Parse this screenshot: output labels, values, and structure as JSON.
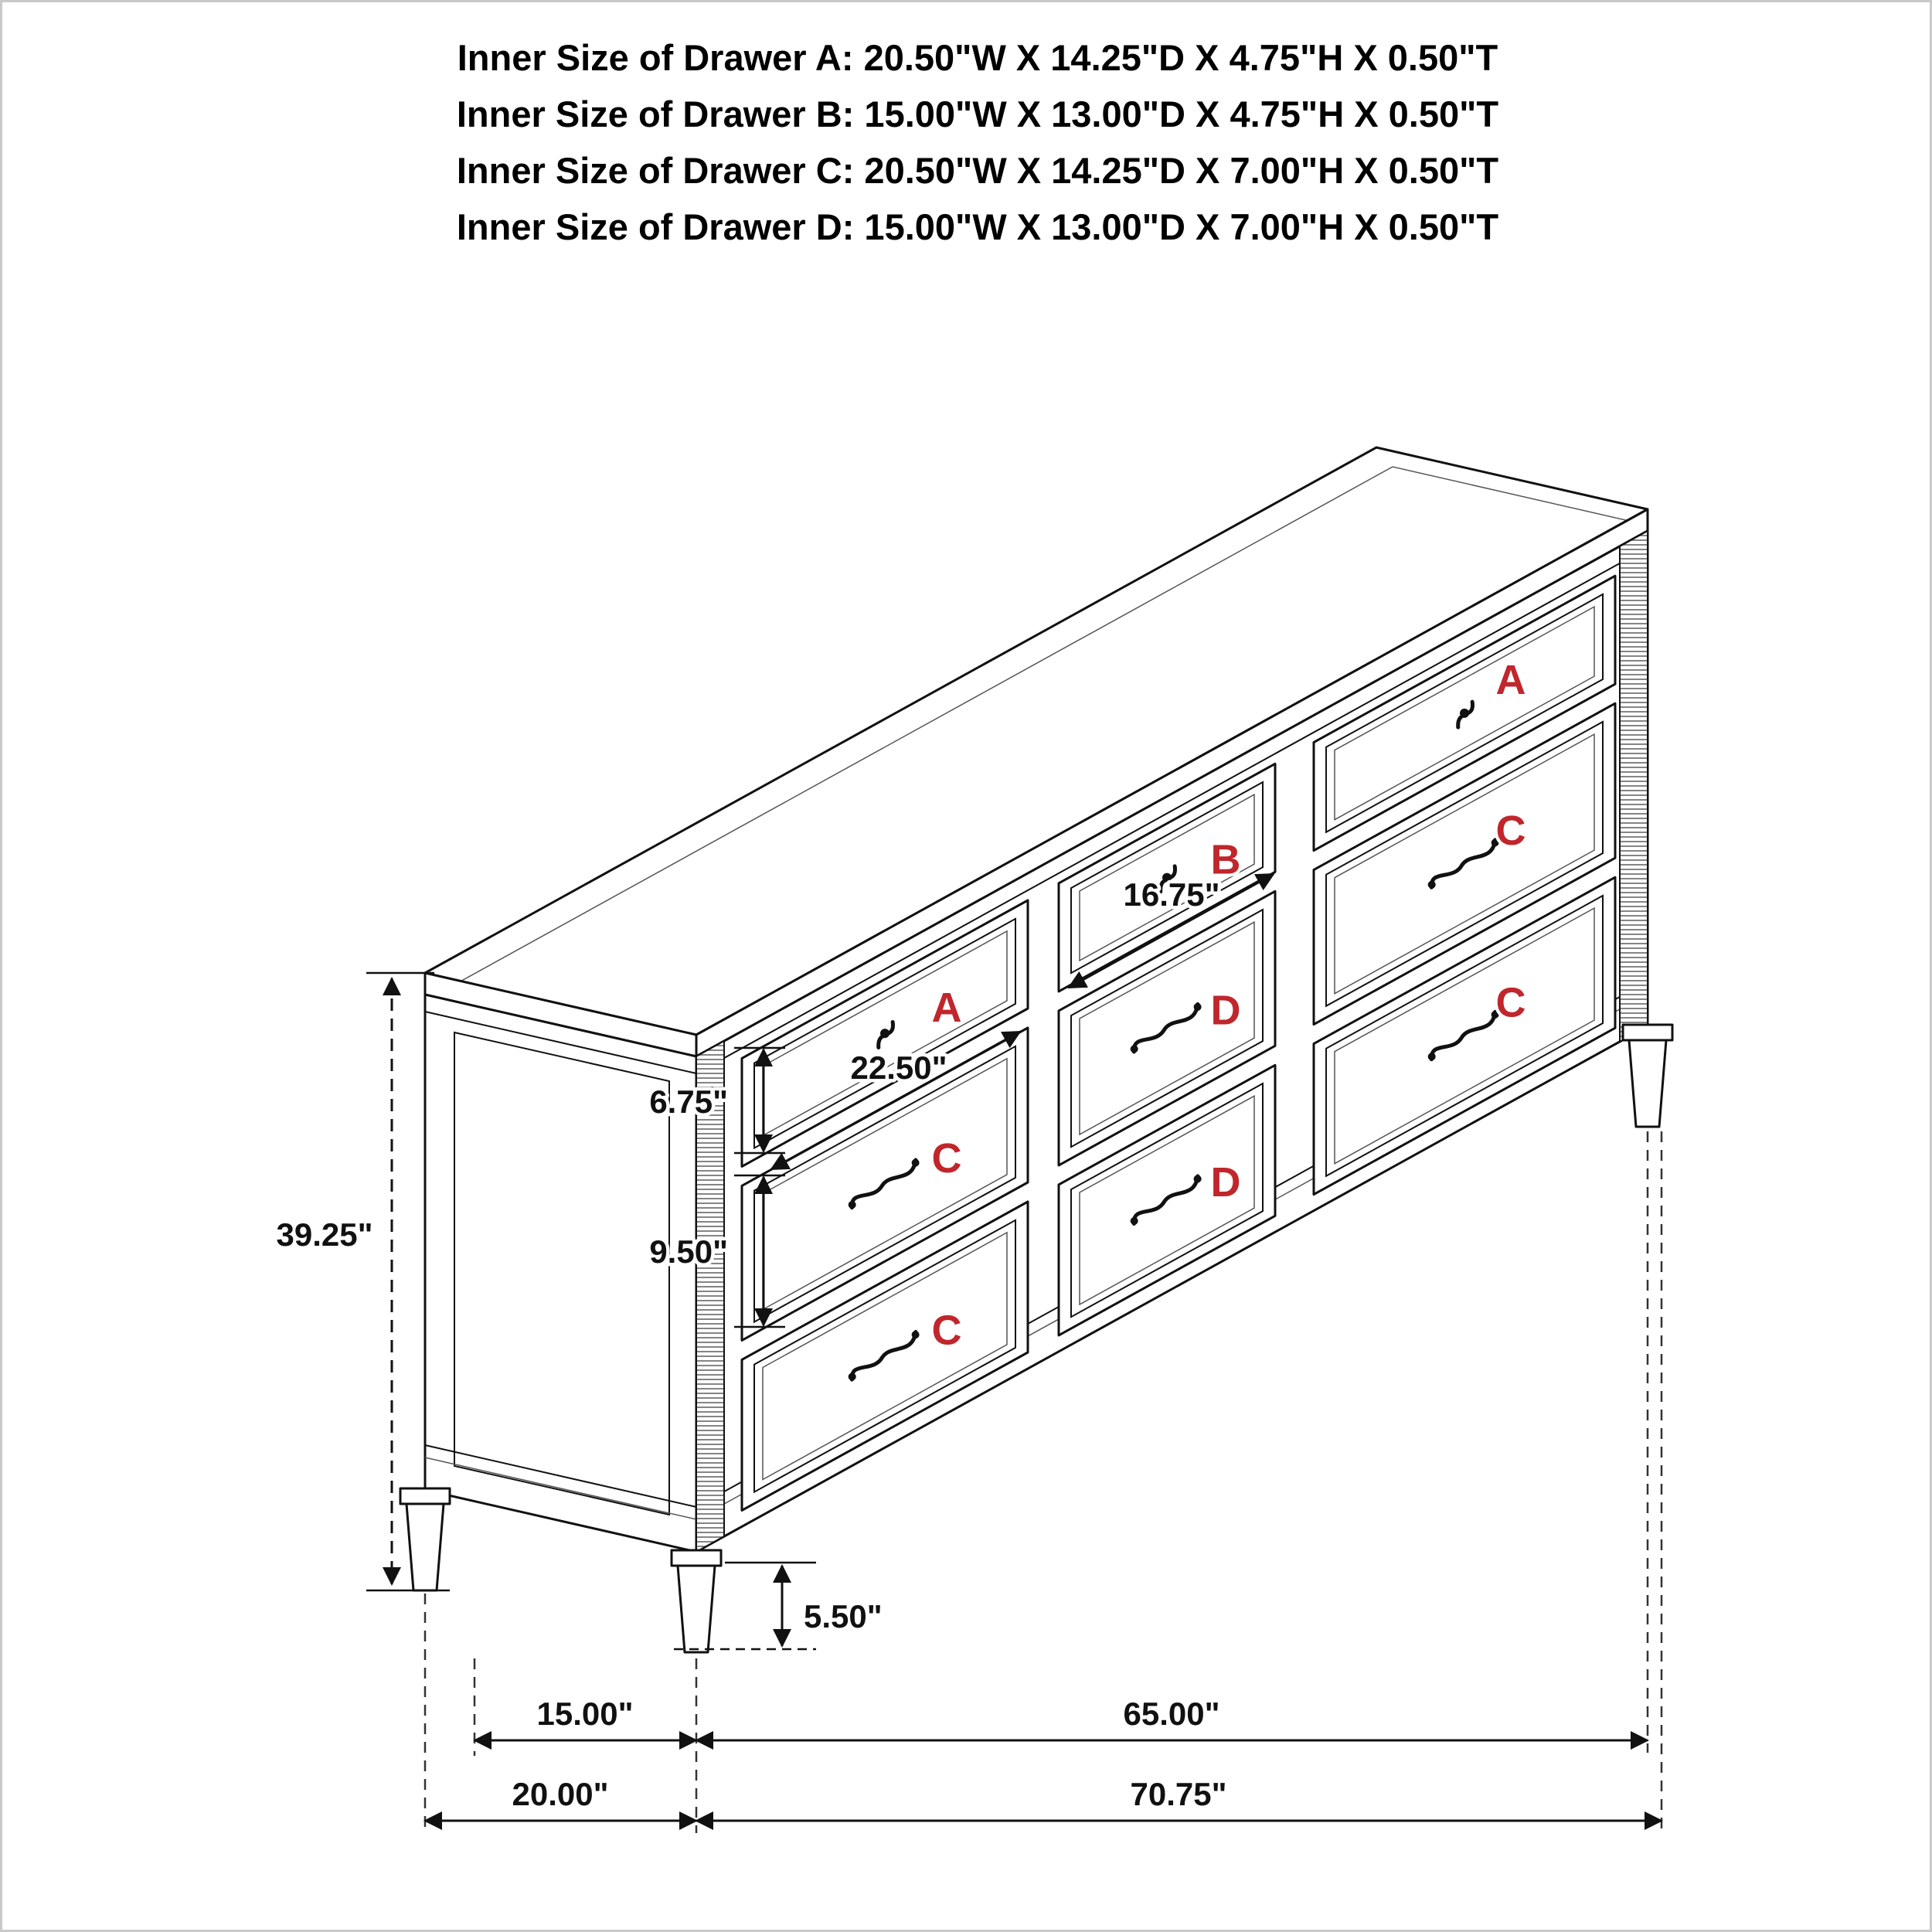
{
  "header": {
    "lines": [
      "Inner Size of Drawer A: 20.50\"W X 14.25\"D X 4.75\"H X 0.50\"T",
      "Inner Size of Drawer B: 15.00\"W X 13.00\"D X 4.75\"H X 0.50\"T",
      "Inner Size of Drawer C: 20.50\"W X 14.25\"D X 7.00\"H X 0.50\"T",
      "Inner Size of Drawer D: 15.00\"W X 13.00\"D X 7.00\"H X 0.50\"T"
    ]
  },
  "diagram": {
    "colors": {
      "line": "#111111",
      "label_red": "#c0262c"
    },
    "drawer_labels": [
      {
        "position": "left-top",
        "text": "A"
      },
      {
        "position": "left-middle",
        "text": "C"
      },
      {
        "position": "left-bottom",
        "text": "C"
      },
      {
        "position": "middle-top",
        "text": "B"
      },
      {
        "position": "middle-middle",
        "text": "D"
      },
      {
        "position": "middle-bottom",
        "text": "D"
      },
      {
        "position": "right-top",
        "text": "A"
      },
      {
        "position": "right-middle",
        "text": "C"
      },
      {
        "position": "right-bottom",
        "text": "C"
      }
    ],
    "dimensions": {
      "total_height": "39.25\"",
      "drawer_b_width": "16.75\"",
      "drawer_a_width": "22.50\"",
      "top_drawer_height": "6.75\"",
      "lower_drawer_height": "9.50\"",
      "leg_height": "5.50\"",
      "depth_inner": "15.00\"",
      "width_inner": "65.00\"",
      "depth_total": "20.00\"",
      "width_total": "70.75\""
    }
  }
}
